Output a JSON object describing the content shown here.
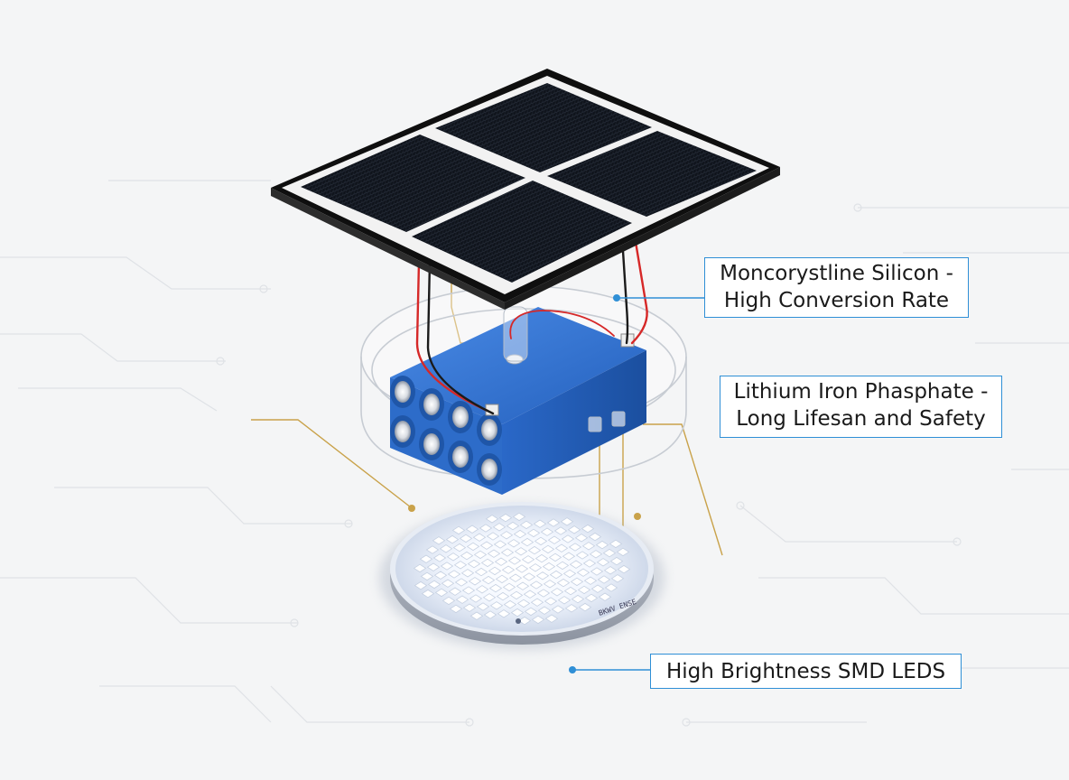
{
  "callouts": {
    "solar_panel": {
      "line1": "Moncorystline Silicon -",
      "line2": "High Conversion Rate"
    },
    "battery": {
      "line1": "Lithium Iron Phasphate -",
      "line2": "Long Lifesan and Safety"
    },
    "led": {
      "line1": "High Brightness SMD LEDS"
    }
  },
  "board_marking": "BKWV ENSE",
  "colors": {
    "background": "#f4f5f6",
    "panel_cell": "#141820",
    "panel_frame": "#161616",
    "battery": "#2c6fd0",
    "callout_border": "#2f8fd6",
    "leader_line": "#2f8fd6",
    "circuit_trace": "#c9a24a",
    "wire_red": "#d62828",
    "wire_black": "#1b1b1b",
    "led_glow": "#ffffff"
  }
}
